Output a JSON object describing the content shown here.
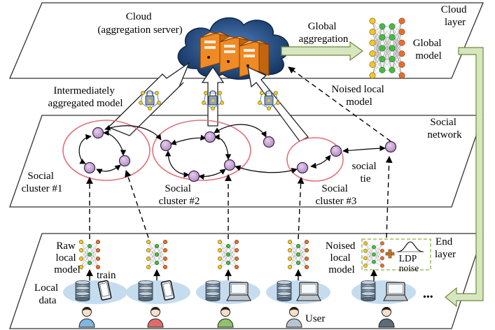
{
  "layers": {
    "cloud": [
      "Cloud",
      "layer"
    ],
    "social": [
      "Social",
      "network"
    ],
    "end": [
      "End",
      "layer"
    ]
  },
  "cloud": {
    "title": [
      "Cloud",
      "(aggregation server)"
    ],
    "global_aggregation": [
      "Global",
      "aggregation"
    ],
    "global_model": [
      "Global",
      "model"
    ]
  },
  "labels": {
    "intermediate_model": [
      "Intermediately",
      "aggregated model"
    ],
    "noised_local_model_upload": [
      "Noised  local",
      "model"
    ],
    "clusters": [
      [
        "Social",
        "cluster #1"
      ],
      [
        "Social",
        "cluster #2"
      ],
      [
        "Social",
        "cluster #3"
      ]
    ],
    "social_tie": [
      "social",
      "tie"
    ],
    "raw_local_model": [
      "Raw",
      "local",
      "model"
    ],
    "train": "train",
    "local_data": [
      "Local",
      "data"
    ],
    "noised_local_model": [
      "Noised",
      "local",
      "model"
    ],
    "ldp_noise": [
      "LDP",
      "noise"
    ],
    "user": "User",
    "ellipsis": "•••"
  },
  "icons": {
    "server": "server-rack-icon",
    "neural_net": "neural-network-icon",
    "encryption": "encrypted-model-icon",
    "database": "database-icon",
    "phone": "smartphone-icon",
    "laptop": "laptop-icon",
    "user": "user-icon",
    "noise": "noise-distribution-icon"
  },
  "colors": {
    "node_fill": "#c9a0d4",
    "cluster_ring": "#e0707a",
    "cloud_fill": "#1b3f6e",
    "server_orange": "#f08a24",
    "aggregation_arrow": "#d8e6c0",
    "ellipse_blue": "#c5dcef",
    "node_yellow": "#f6c81e",
    "node_green": "#3fbf3f",
    "node_orange": "#ef6d22"
  }
}
